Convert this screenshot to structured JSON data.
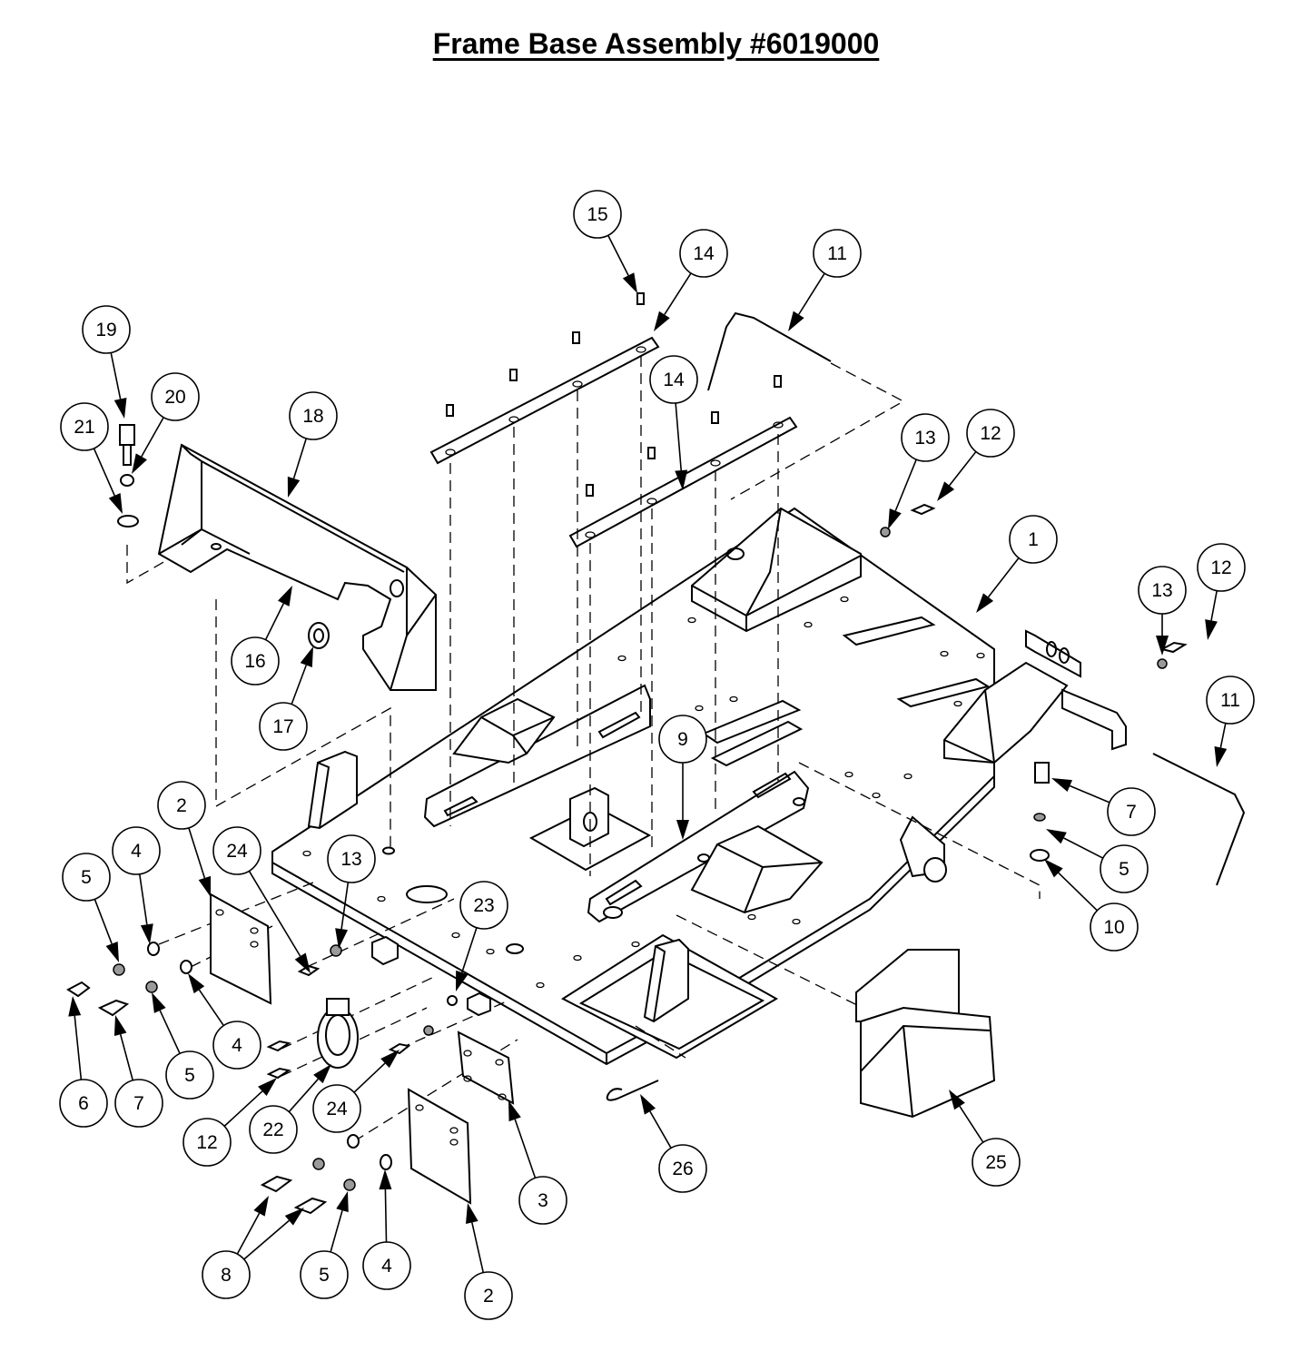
{
  "title": "Frame Base Assembly #6019000",
  "callouts": [
    "1",
    "2",
    "2",
    "3",
    "4",
    "4",
    "4",
    "5",
    "5",
    "5",
    "5",
    "6",
    "7",
    "7",
    "8",
    "9",
    "10",
    "11",
    "11",
    "12",
    "12",
    "12",
    "13",
    "13",
    "13",
    "14",
    "14",
    "15",
    "16",
    "17",
    "18",
    "19",
    "20",
    "21",
    "22",
    "23",
    "24",
    "24",
    "25",
    "26"
  ]
}
